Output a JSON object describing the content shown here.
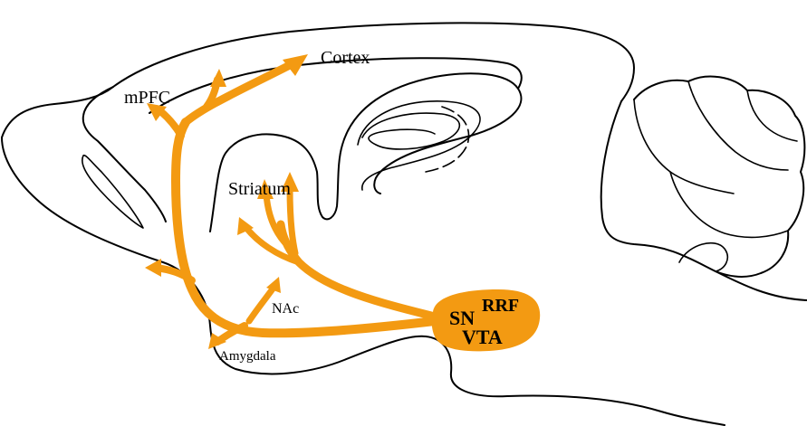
{
  "colors": {
    "pathway": "#f39a12",
    "outline": "#000000",
    "background": "#ffffff"
  },
  "labels": {
    "cortex": "Cortex",
    "mpfc": "mPFC",
    "striatum": "Striatum",
    "nac": "NAc",
    "amygdala": "Amygdala",
    "sn": "SN",
    "rrf": "RRF",
    "vta": "VTA"
  }
}
